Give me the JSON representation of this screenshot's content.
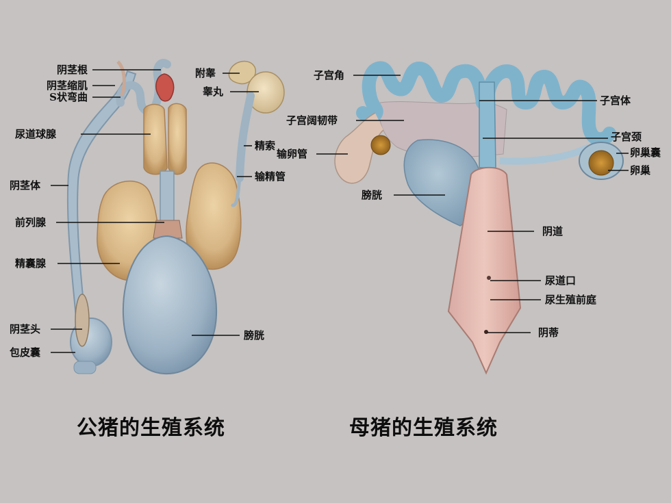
{
  "male": {
    "caption": "公猪的生殖系统",
    "labels": {
      "penis_root": "阴茎根",
      "retractor_muscle": "阴茎缩肌",
      "sigmoid_flexure": "S状弯曲",
      "bulbourethral_gland": "尿道球腺",
      "penis_body": "阴茎体",
      "prostate": "前列腺",
      "seminal_vesicle": "精囊腺",
      "glans": "阴茎头",
      "preputial_sac": "包皮囊",
      "epididymis": "附睾",
      "testis": "睾丸",
      "spermatic_cord": "精索",
      "vas_deferens": "输精管",
      "bladder": "膀胱"
    }
  },
  "female": {
    "caption": "母猪的生殖系统",
    "labels": {
      "uterine_horn": "子宫角",
      "broad_ligament": "子宫阔韧带",
      "oviduct": "输卵管",
      "bladder": "膀胱",
      "uterine_body": "子宫体",
      "cervix": "子宫颈",
      "ovarian_bursa": "卵巢囊",
      "ovary": "卵巢",
      "vagina": "阴道",
      "urethral_orifice": "尿道口",
      "vestibule": "尿生殖前庭",
      "clitoris": "阴蒂"
    }
  },
  "colors": {
    "background": "#c5c2c1",
    "gland": "#d9b98a",
    "bladder": "#9fb3c4",
    "uterus": "#7fb3cc",
    "vagina": "#e3b2a8",
    "ovary": "#b8862c",
    "leader": "#111111"
  }
}
